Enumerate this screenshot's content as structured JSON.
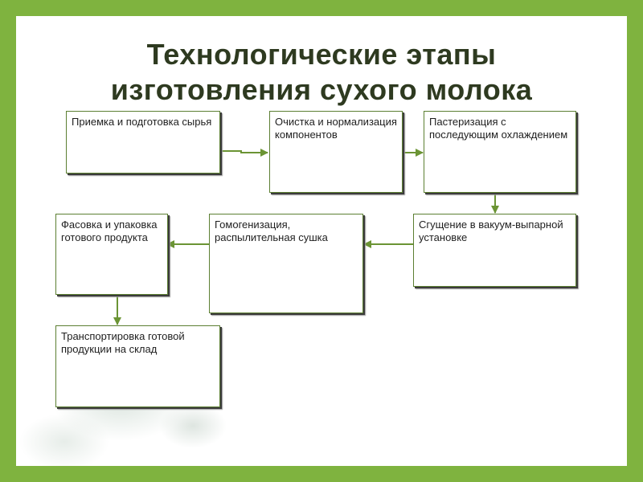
{
  "title": {
    "line1": "Технологические этапы",
    "line2": "изготовления сухого молока"
  },
  "steps": [
    {
      "id": "intake",
      "label": "Приемка и подготовка сырья"
    },
    {
      "id": "cleaning",
      "label": "Очистка и нормализация компонентов"
    },
    {
      "id": "pasteurization",
      "label": "Пастеризация с последующим охлаждением"
    },
    {
      "id": "condensing",
      "label": "Сгущение в вакуум-выпарной установке"
    },
    {
      "id": "homogenization",
      "label": "Гомогенизация, распылительная сушка"
    },
    {
      "id": "packaging",
      "label": "Фасовка и упаковка готового продукта"
    },
    {
      "id": "transport",
      "label": "Транспортировка готовой продукции на склад"
    }
  ],
  "colors": {
    "frame": "#7fb33f",
    "arrow": "#6b9434",
    "title": "#2e3a20"
  }
}
